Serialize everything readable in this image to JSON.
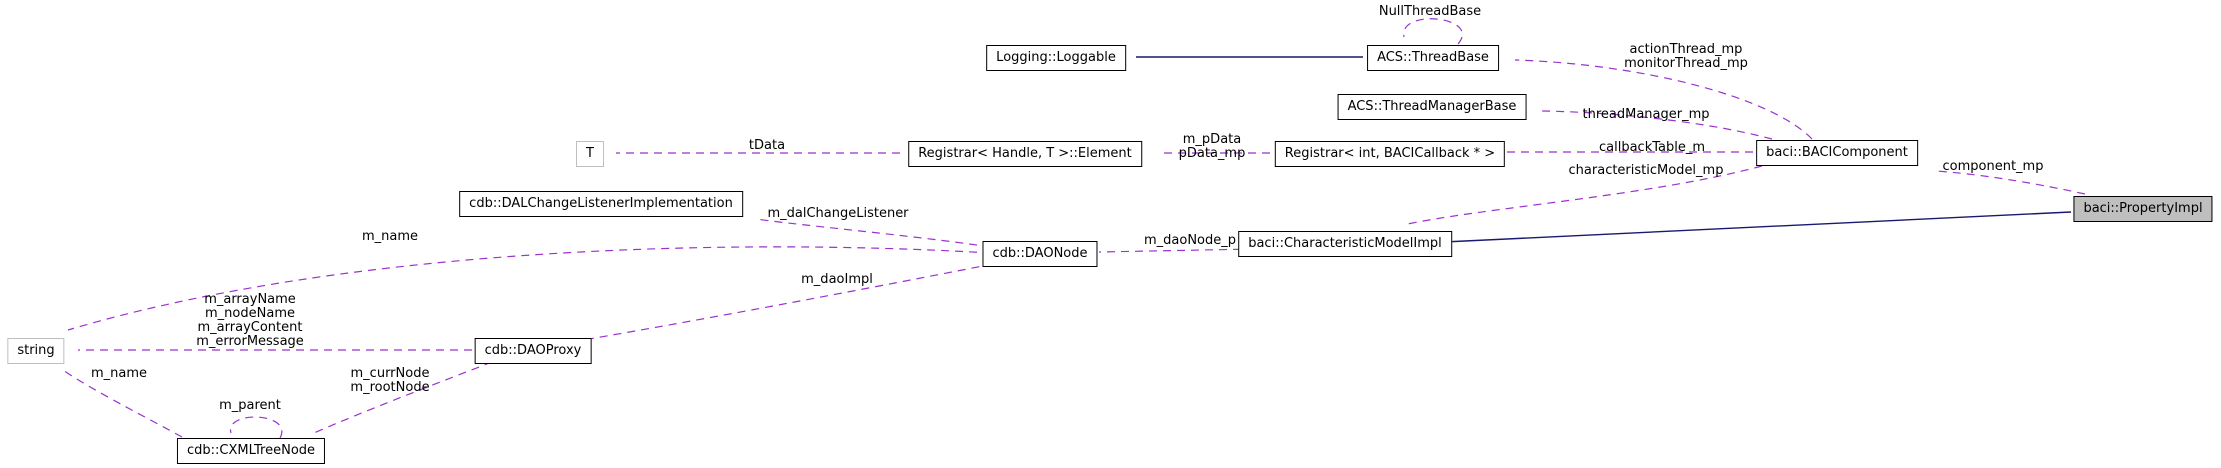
{
  "diagram_type": "collaboration-graph",
  "colors": {
    "background": "#ffffff",
    "usage_edge": "#9a32cd",
    "inheritance_edge": "#191970",
    "node_border": "#000000",
    "template_node_border": "#bebebe",
    "highlight_node_fill": "#bfbfbf"
  },
  "nodes": [
    {
      "id": "loggable",
      "label": "Logging::Loggable"
    },
    {
      "id": "threadbase",
      "label": "ACS::ThreadBase"
    },
    {
      "id": "threadmanagerbase",
      "label": "ACS::ThreadManagerBase"
    },
    {
      "id": "t",
      "label": "T"
    },
    {
      "id": "registrar-element",
      "label": "Registrar< Handle, T >::Element"
    },
    {
      "id": "registrar-int-bacicallback",
      "label": "Registrar< int, BACICallback * >"
    },
    {
      "id": "bacicomponent",
      "label": "baci::BACIComponent"
    },
    {
      "id": "propertyimpl",
      "label": "baci::PropertyImpl"
    },
    {
      "id": "dalchangelistenerimplementation",
      "label": "cdb::DALChangeListenerImplementation"
    },
    {
      "id": "daonode",
      "label": "cdb::DAONode"
    },
    {
      "id": "characteristicmodelimpl",
      "label": "baci::CharacteristicModelImpl"
    },
    {
      "id": "string",
      "label": "string"
    },
    {
      "id": "daoproxy",
      "label": "cdb::DAOProxy"
    },
    {
      "id": "cxmltreenode",
      "label": "cdb::CXMLTreeNode"
    }
  ],
  "edge_labels": [
    {
      "id": "nullthreadbase",
      "text": "NullThreadBase"
    },
    {
      "id": "actionthread-monitorthread",
      "text": "actionThread_mp\nmonitorThread_mp"
    },
    {
      "id": "threadmanager-mp",
      "text": "threadManager_mp"
    },
    {
      "id": "tdata",
      "text": "tData"
    },
    {
      "id": "mpdata-pdata",
      "text": "m_pData\npData_mp"
    },
    {
      "id": "callbacktable-m",
      "text": "callbackTable_m"
    },
    {
      "id": "characteristicmodel-mp",
      "text": "characteristicModel_mp"
    },
    {
      "id": "component-mp",
      "text": "component_mp"
    },
    {
      "id": "m-dalchangelistener",
      "text": "m_dalChangeListener"
    },
    {
      "id": "m-name-daonode",
      "text": "m_name"
    },
    {
      "id": "m-daonode-p",
      "text": "m_daoNode_p"
    },
    {
      "id": "m-daoimpl",
      "text": "m_daoImpl"
    },
    {
      "id": "string-members",
      "text": "m_arrayName\nm_nodeName\nm_arrayContent\nm_errorMessage"
    },
    {
      "id": "m-name-cxml",
      "text": "m_name"
    },
    {
      "id": "m-currnode-rootnode",
      "text": "m_currNode\nm_rootNode"
    },
    {
      "id": "m-parent",
      "text": "m_parent"
    }
  ]
}
